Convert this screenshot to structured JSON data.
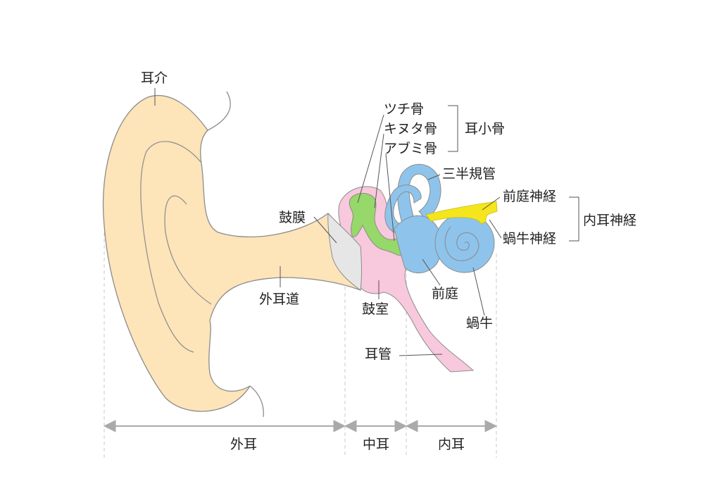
{
  "title": "耳の構造",
  "labels": {
    "pinna": "耳介",
    "malleus": "ツチ骨",
    "incus": "キヌタ骨",
    "stapes": "アブミ骨",
    "ossicles": "耳小骨",
    "semicircular_canals": "三半規管",
    "vestibular_nerve": "前庭神経",
    "vestibulocochlear_nerve": "内耳神経",
    "cochlear_nerve": "蝸牛神経",
    "eardrum": "鼓膜",
    "ear_canal": "外耳道",
    "tympanic_cavity": "鼓室",
    "vestibule": "前庭",
    "cochlea": "蝸牛",
    "eustachian_tube": "耳管"
  },
  "regions": {
    "outer": "外耳",
    "middle": "中耳",
    "inner": "内耳"
  },
  "colors": {
    "skin": "#fde4b9",
    "middle_ear": "#f8c8dc",
    "ossicles": "#96d86a",
    "inner_ear": "#8ec4ec",
    "nerve": "#f5e51c",
    "eardrum": "#e8e8e8",
    "outline": "#8c8c8c",
    "arrow": "#aaaaaa"
  }
}
